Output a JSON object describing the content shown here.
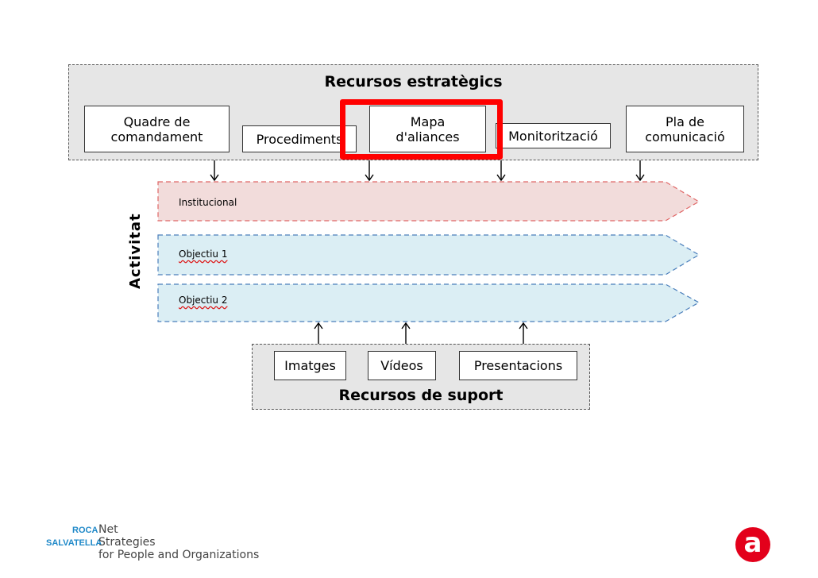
{
  "strategic": {
    "title": "Recursos estratègics",
    "boxes": [
      {
        "id": "quadre",
        "label": "Quadre de\ncomandament"
      },
      {
        "id": "procediments",
        "label": "Procediments"
      },
      {
        "id": "mapa",
        "label": "Mapa\nd'aliances"
      },
      {
        "id": "monitoritzacio",
        "label": "Monitorització"
      },
      {
        "id": "pla",
        "label": "Pla de\ncomunicació"
      }
    ]
  },
  "activity": {
    "title": "Activitat",
    "bands": [
      {
        "id": "institucional",
        "label": "Institucional",
        "fill": "#f2dcdb",
        "stroke": "#e06666"
      },
      {
        "id": "objectiu1",
        "label": "Objectiu 1",
        "fill": "#dbeef4",
        "stroke": "#4a7ebb"
      },
      {
        "id": "objectiu2",
        "label": "Objectiu 2",
        "fill": "#dbeef4",
        "stroke": "#4a7ebb"
      }
    ]
  },
  "support": {
    "title": "Recursos de suport",
    "boxes": [
      {
        "id": "imatges",
        "label": "Imatges"
      },
      {
        "id": "videos",
        "label": "Vídeos"
      },
      {
        "id": "presentacions",
        "label": "Presentacions"
      }
    ]
  },
  "highlight": {
    "target": "mapa",
    "color": "#ff0000"
  },
  "footer": {
    "brand_line1": "ROCA",
    "brand_line2": "SALVATELLA",
    "tagline_line1": "Net",
    "tagline_line2": "Strategies",
    "tagline_line3": "for People and Organizations",
    "badge_letter": "a",
    "badge_color": "#e3001b"
  }
}
